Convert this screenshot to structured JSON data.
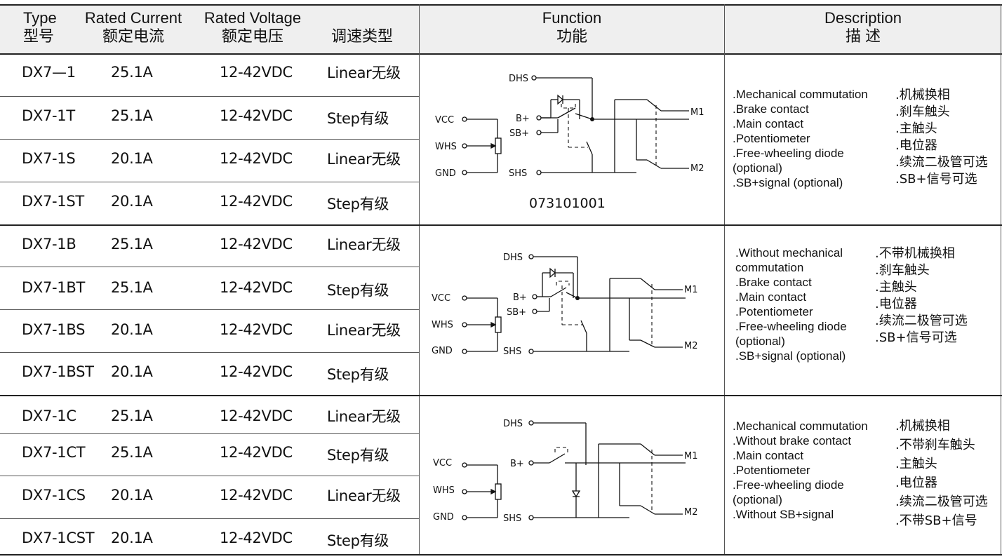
{
  "header": {
    "type_en": "Type",
    "type_cn": "型号",
    "current_en": "Rated Current",
    "current_cn": "额定电流",
    "voltage_en": "Rated Voltage",
    "voltage_cn": "额定电压",
    "speed_cn": "调速类型",
    "function_en": "Function",
    "function_cn": "功能",
    "description_en": "Description",
    "description_cn": "描 述"
  },
  "rows": [
    {
      "type": "DX7—1",
      "current": "25.1A",
      "voltage": "12-42VDC",
      "speed": "Linear无级"
    },
    {
      "type": "DX7-1T",
      "current": "25.1A",
      "voltage": "12-42VDC",
      "speed": "Step有级"
    },
    {
      "type": "DX7-1S",
      "current": "20.1A",
      "voltage": "12-42VDC",
      "speed": "Linear无级"
    },
    {
      "type": "DX7-1ST",
      "current": "20.1A",
      "voltage": "12-42VDC",
      "speed": "Step有级"
    },
    {
      "type": "DX7-1B",
      "current": "25.1A",
      "voltage": "12-42VDC",
      "speed": "Linear无级"
    },
    {
      "type": "DX7-1BT",
      "current": "25.1A",
      "voltage": "12-42VDC",
      "speed": "Step有级"
    },
    {
      "type": "DX7-1BS",
      "current": "20.1A",
      "voltage": "12-42VDC",
      "speed": "Linear无级"
    },
    {
      "type": "DX7-1BST",
      "current": "20.1A",
      "voltage": "12-42VDC",
      "speed": "Step有级"
    },
    {
      "type": "DX7-1C",
      "current": "25.1A",
      "voltage": "12-42VDC",
      "speed": "Linear无级"
    },
    {
      "type": "DX7-1CT",
      "current": "25.1A",
      "voltage": "12-42VDC",
      "speed": "Step有级"
    },
    {
      "type": "DX7-1CS",
      "current": "20.1A",
      "voltage": "12-42VDC",
      "speed": "Linear无级"
    },
    {
      "type": "DX7-1CST",
      "current": "20.1A",
      "voltage": "12-42VDC",
      "speed": "Step有级"
    }
  ],
  "groups": [
    {
      "code": "073101001",
      "labels": {
        "vcc": "VCC",
        "whs": "WHS",
        "gnd": "GND",
        "dhs": "DHS",
        "bplus": "B+",
        "sbplus": "SB+",
        "shs": "SHS",
        "m1": "M1",
        "m2": "M2"
      },
      "desc_en": [
        ".Mechanical commutation",
        ".Brake contact",
        ".Main contact",
        ".Potentiometer",
        ".Free-wheeling diode",
        "(optional)",
        ".SB+signal (optional)"
      ],
      "desc_cn": [
        ".机械换相",
        ".刹车触头",
        ".主触头",
        ".电位器",
        ".续流二极管可选",
        ".SB+信号可选"
      ]
    },
    {
      "code": "",
      "labels": {
        "vcc": "VCC",
        "whs": "WHS",
        "gnd": "GND",
        "dhs": "DHS",
        "bplus": "B+",
        "sbplus": "SB+",
        "shs": "SHS",
        "m1": "M1",
        "m2": "M2"
      },
      "desc_en": [
        ".Without mechanical",
        "commutation",
        ".Brake contact",
        ".Main contact",
        ".Potentiometer",
        ".Free-wheeling diode",
        "(optional)",
        ".SB+signal (optional)"
      ],
      "desc_cn": [
        ".不带机械换相",
        ".刹车触头",
        ".主触头",
        ".电位器",
        ".续流二极管可选",
        ".SB+信号可选"
      ]
    },
    {
      "code": "",
      "labels": {
        "vcc": "VCC",
        "whs": "WHS",
        "gnd": "GND",
        "dhs": "DHS",
        "bplus": "B+",
        "shs": "SHS",
        "m1": "M1",
        "m2": "M2"
      },
      "desc_en": [
        ".Mechanical commutation",
        ".Without brake contact",
        ".Main contact",
        ".Potentiometer",
        ".Free-wheeling diode",
        "(optional)",
        ".Without SB+signal"
      ],
      "desc_cn": [
        ".机械换相",
        ".不带刹车触头",
        ".主触头",
        ".电位器",
        ".续流二极管可选",
        ".不带SB+信号"
      ]
    }
  ]
}
